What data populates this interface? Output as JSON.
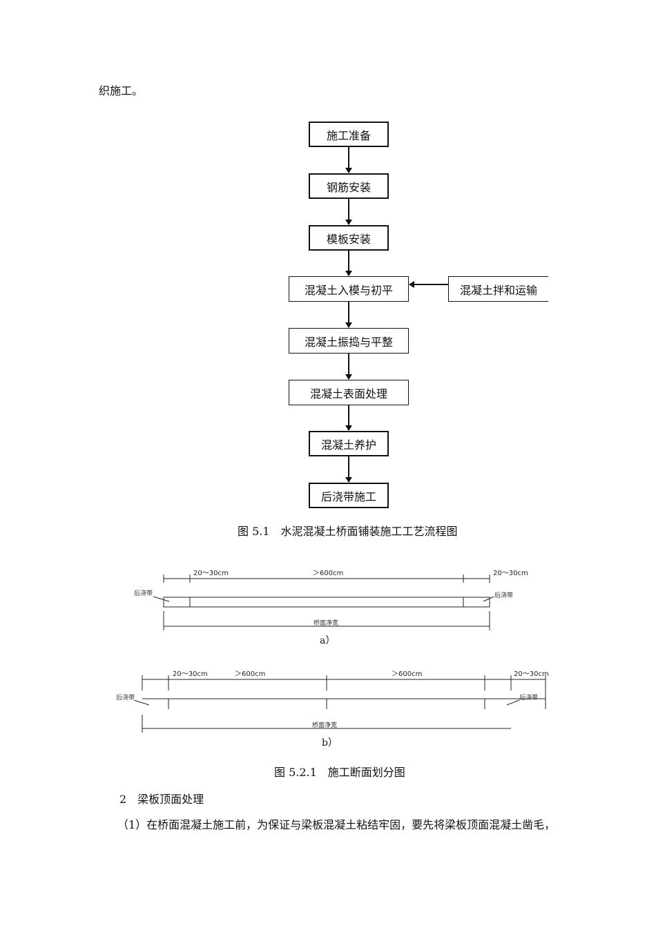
{
  "top_line": "织施工。",
  "flow": {
    "steps": [
      "施工准备",
      "钢筋安装",
      "模板安装",
      "混凝土入模与初平",
      "混凝土振捣与平整",
      "混凝土表面处理",
      "混凝土养护",
      "后浇带施工"
    ],
    "side_input": "混凝土拌和运输",
    "caption": "图 5.1　水泥混凝土桥面铺装施工工艺流程图"
  },
  "section_diagram": {
    "a": {
      "dim_left": "20～30cm",
      "dim_mid": "＞600cm",
      "dim_right": "20～30cm",
      "label_left": "后浇带",
      "label_right": "后浇带",
      "width_label": "桥面净宽",
      "sublabel": "a）"
    },
    "b": {
      "dim_left": "20～30cm",
      "dim_mid1": "＞600cm",
      "dim_mid2": "＞600cm",
      "dim_right": "20～30cm",
      "label_left": "后浇带",
      "label_right": "后浇带",
      "width_label": "桥面净宽",
      "sublabel": "b）"
    },
    "caption": "图 5.2.1　施工断面划分图"
  },
  "section_heading": "2　梁板顶面处理",
  "paragraph": "（1）在桥面混凝土施工前，为保证与梁板混凝土粘结牢固，要先将梁板顶面混凝土凿毛，"
}
